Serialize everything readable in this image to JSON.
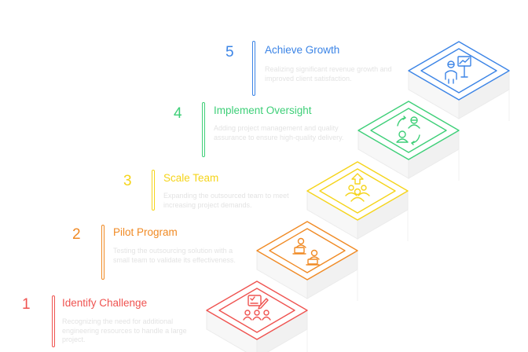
{
  "steps": [
    {
      "number": "1",
      "title": "Identify Challenge",
      "description": "Recognizing the need for additional engineering resources to handle a large project.",
      "color": "#ef5350",
      "icon": "problem-analysis-team-icon"
    },
    {
      "number": "2",
      "title": "Pilot Program",
      "description": "Testing the outsourcing solution with a small team to validate its effectiveness.",
      "color": "#f08a24",
      "icon": "pilot-team-laptops-icon"
    },
    {
      "number": "3",
      "title": "Scale Team",
      "description": "Expanding the outsourced team to meet increasing project demands.",
      "color": "#f5d41a",
      "icon": "team-growth-icon"
    },
    {
      "number": "4",
      "title": "Implement Oversight",
      "description": "Adding project management and quality assurance to ensure high-quality delivery.",
      "color": "#3ecf78",
      "icon": "oversight-exchange-icon"
    },
    {
      "number": "5",
      "title": "Achieve Growth",
      "description": "Realizing significant revenue growth and improved client satisfaction.",
      "color": "#3b84e6",
      "icon": "presentation-growth-icon"
    }
  ]
}
